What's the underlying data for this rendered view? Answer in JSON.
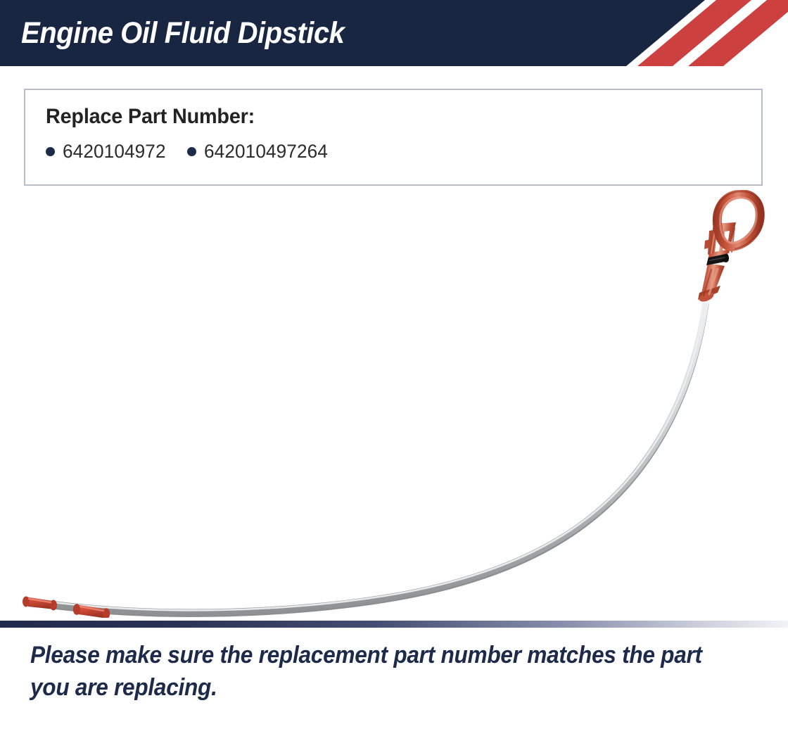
{
  "header": {
    "title": "Engine Oil Fluid Dipstick",
    "background_color": "#192642",
    "stripe_color": "#cd4040",
    "title_color": "#ffffff"
  },
  "part_number_box": {
    "heading": "Replace Part Number:",
    "border_color": "#b9bdc5",
    "bullet_color": "#1c2b4a",
    "numbers": [
      "6420104972",
      "642010497264"
    ]
  },
  "product": {
    "name": "engine-oil-fluid-dipstick",
    "handle_color": "#c4543d",
    "handle_highlight_color": "#e08a74",
    "handle_shadow_color": "#9a3a28",
    "rod_color": "#b9bcbd",
    "rod_highlight_color": "#e6e8e9",
    "oring_color": "#1a1a1a",
    "tip_marker_color": "#d24b36"
  },
  "footer": {
    "note": "Please make sure the replacement part number matches the part you are replacing.",
    "note_color": "#1d2a49",
    "divider_from": "#222b4d",
    "divider_to": "#f2f3f7"
  }
}
